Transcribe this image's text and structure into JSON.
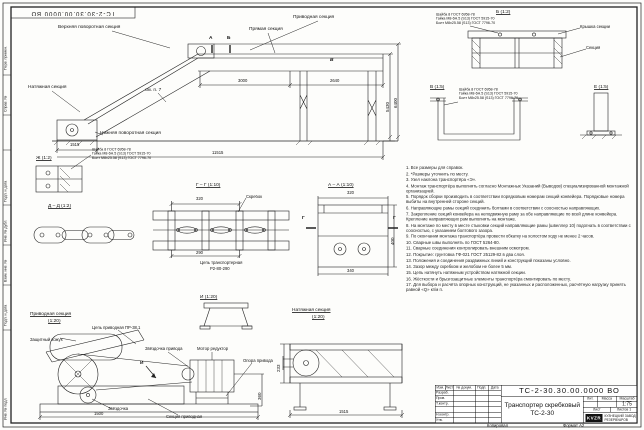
{
  "sheet": {
    "stamp_top": "ТС-2-30.30.00.0000 ВО"
  },
  "main_view": {
    "labels": {
      "upper_turn": "Верхняя поворотная секция",
      "drive": "Приводная секция",
      "straight": "Прямая секция",
      "tension": "Натяжная секция",
      "lower_turn": "Нижняя поворотная секция",
      "see_note": "см. п. 7"
    },
    "markers": {
      "a": "А",
      "b": "Б",
      "v": "В"
    },
    "dims": {
      "top_left": "3000",
      "top_right": "2640",
      "height_inner": "5430",
      "height_outer": "6400",
      "foot": "1515",
      "total": "11515"
    }
  },
  "bolt_note": {
    "line1": "Шайба 8 ГОСТ 6958-78",
    "line2": "Гайка М8-6Н.5 (S13) ГОСТ 5915-70",
    "line3": "Болт М8х25.58 (S13) ГОСТ 7796-70"
  },
  "details": {
    "b": {
      "title": "Б (1:2)",
      "cover": "Крышка секции",
      "section": "Секция"
    },
    "v": {
      "title": "В (1:5)"
    },
    "e": {
      "title": "Е (1:5)"
    },
    "zh": {
      "title": "Ж (1:2)"
    },
    "gg": {
      "title": "Г – Г (1:10)",
      "scraper": "Скребок",
      "chain_line1": "Цепь транспортерная",
      "chain_line2": "Р2-80-290",
      "dim_320": "320",
      "dim_290": "290"
    },
    "aa": {
      "title": "А – А (1:10)",
      "marker": "Г",
      "dim_320": "320",
      "dim_400": "400",
      "dim_340": "340"
    },
    "dd": {
      "title": "Д – Д (1:2)"
    },
    "i": {
      "title": "И (1:20)"
    },
    "drive": {
      "title": "Приводная секция",
      "scale": "(1:20)",
      "chain": "Цепь приводная ПР-38,1",
      "guard": "Защитный кожух",
      "drive_sprocket": "Звёздочка привода",
      "motor": "Мотор редуктор",
      "support": "Опора привода",
      "sprocket": "Звёздочка",
      "section": "Секция приводная",
      "marker": "И",
      "dim_1500": "1500",
      "dim_360": "360"
    },
    "tension": {
      "title": "Натяжная секция",
      "scale": "(1:20)",
      "dim_1515": "1515",
      "dim_233": "233"
    }
  },
  "notes": {
    "items": [
      "1. Все размеры для справок.",
      "2. *Размеры уточнить по месту.",
      "3. Узел наклона транспортёра «Э».",
      "4. Монтаж транспортёра выполнять согласно Монтажных Указаний (Выводов) специализированной монтажной организацией.",
      "5. Порядок сборки производить в соответствии порядковым номерам секций конвейера. Порядковые номера выбиты на внутренней стороне секций.",
      "6. Направляющие рамы секций соединить болтами в соответствии с соосностью направляющих.",
      "7. Закрепление секций конвейера на неподвижную раму за обе направляющие по всей длине конвейера. Крепление направляющих рам выполнять на монтаже.",
      "8. На монтаже по месту в месте стыковки секций направляющие рамы (швеллер 10) подогнать в соответствии с соосностью, с указанием болтового зазора.",
      "9. По окончании монтажа транспортёра провести обкатку на холостом ходу не менее 2 часов.",
      "10. Сварные швы выполнять по ГОСТ 5264-80.",
      "11. Сварные соединения контролировать внешним осмотром.",
      "12. Покрытие: грунтовка ГФ-021 ГОСТ 25129-82 в два слоя.",
      "13. Положения и соединения раздвижных линий и конструкций показаны условно.",
      "14. Зазор между скребком и желобом не более 5 мм.",
      "15. Цепь натянуть натяжным устройством натяжной секции.",
      "16. Жёсткости и брызгозащитные элементы транспортёра смонтировать по месту.",
      "17. Для выбора и расчёта опорных конструкций, не указанных и расположенных, расчётную нагрузку принять равной «Q» кг/м п."
    ]
  },
  "title_block": {
    "doc_number": "ТС-2-30.30.00.0000 ВО",
    "name": "Транспортер скребковый ТС-2-30",
    "scale": "1:75",
    "headers": {
      "izm": "Изм.",
      "list": "Лист",
      "doc": "№ докум.",
      "podp": "Подп.",
      "data": "Дата",
      "lit": "Лит.",
      "massa": "Масса",
      "masshtab": "Масштаб",
      "list2": "Лист",
      "listov": "Листов 1"
    },
    "roles": {
      "razrab": "Разраб.",
      "prov": "Пров.",
      "tkontr": "Т.контр.",
      "nkontr": "Н.контр.",
      "utv": "Утв."
    },
    "company": {
      "logo": "KVZR",
      "name": "КУЗНЕЦКИЙ ЗАВОД РЕЗЕРВУАРОВ"
    }
  },
  "footer": {
    "copied": "Копировал",
    "format": "Формат А2"
  },
  "margin_labels": {
    "perv": "Перв. примен.",
    "sprav": "Справ. №",
    "podp1": "Подп. и дата",
    "inv_dubl": "Инв. № дубл.",
    "vzam": "Взам. инв. №",
    "podp2": "Подп. и дата",
    "inv_podl": "Инв. № подл."
  }
}
